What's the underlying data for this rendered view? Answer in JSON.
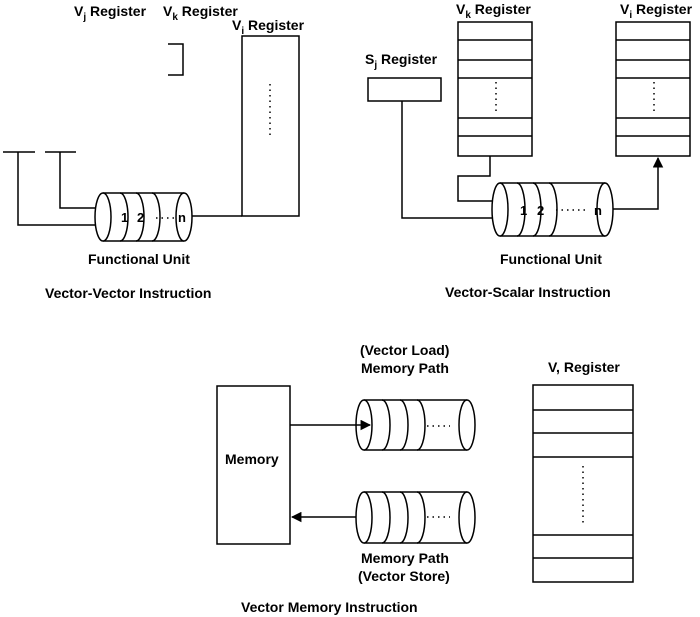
{
  "vector_vector": {
    "vj_label": "V",
    "vj_sub": "j",
    "vj_suffix": " Register",
    "vk_label": "V",
    "vk_sub": "k",
    "vk_suffix": " Register",
    "vi_label": "V",
    "vi_sub": "i",
    "vi_suffix": " Register",
    "pipe_cells": [
      "1",
      "2",
      "n"
    ],
    "unit_label": "Functional Unit",
    "caption": "Vector-Vector Instruction"
  },
  "vector_scalar": {
    "sj_label": "S",
    "sj_sub": "j",
    "sj_suffix": " Register",
    "vk_label": "V",
    "vk_sub": "k",
    "vk_suffix": " Register",
    "vi_label": "V",
    "vi_sub": "i",
    "vi_suffix": " Register",
    "pipe_cells": [
      "1",
      "2",
      "n"
    ],
    "unit_label": "Functional Unit",
    "caption": "Vector-Scalar Instruction"
  },
  "vector_memory": {
    "memory_label": "Memory",
    "load_line1": "(Vector Load)",
    "load_line2": "Memory Path",
    "store_line1": "Memory Path",
    "store_line2": "(Vector Store)",
    "register_label": "V, Register",
    "caption": "Vector Memory Instruction"
  },
  "colors": {
    "stroke": "#000000",
    "background": "#ffffff"
  }
}
